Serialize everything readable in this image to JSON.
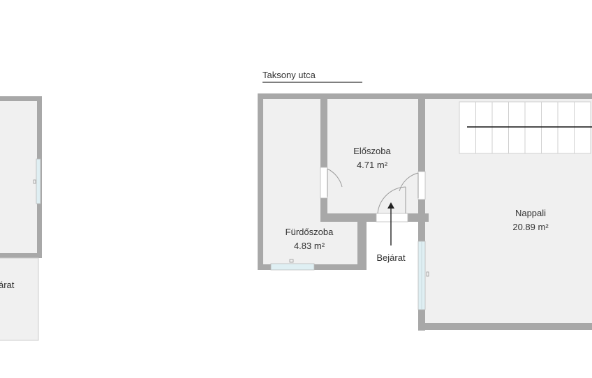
{
  "street": {
    "name": "Taksony utca"
  },
  "rooms": {
    "eloszoba": {
      "name": "Előszoba",
      "area": "4.71 m²"
    },
    "furdoszoba": {
      "name": "Fürdőszoba",
      "area": "4.83 m²"
    },
    "nappali": {
      "name": "Nappali",
      "area": "20.89 m²"
    }
  },
  "entrance": {
    "label": "Bejárat"
  },
  "left_partial": {
    "label": "árat"
  },
  "colors": {
    "wall": "#a8a8a8",
    "floor": "#f0f0f0",
    "window": "#dfeff3",
    "stairs": "#ffffff"
  }
}
